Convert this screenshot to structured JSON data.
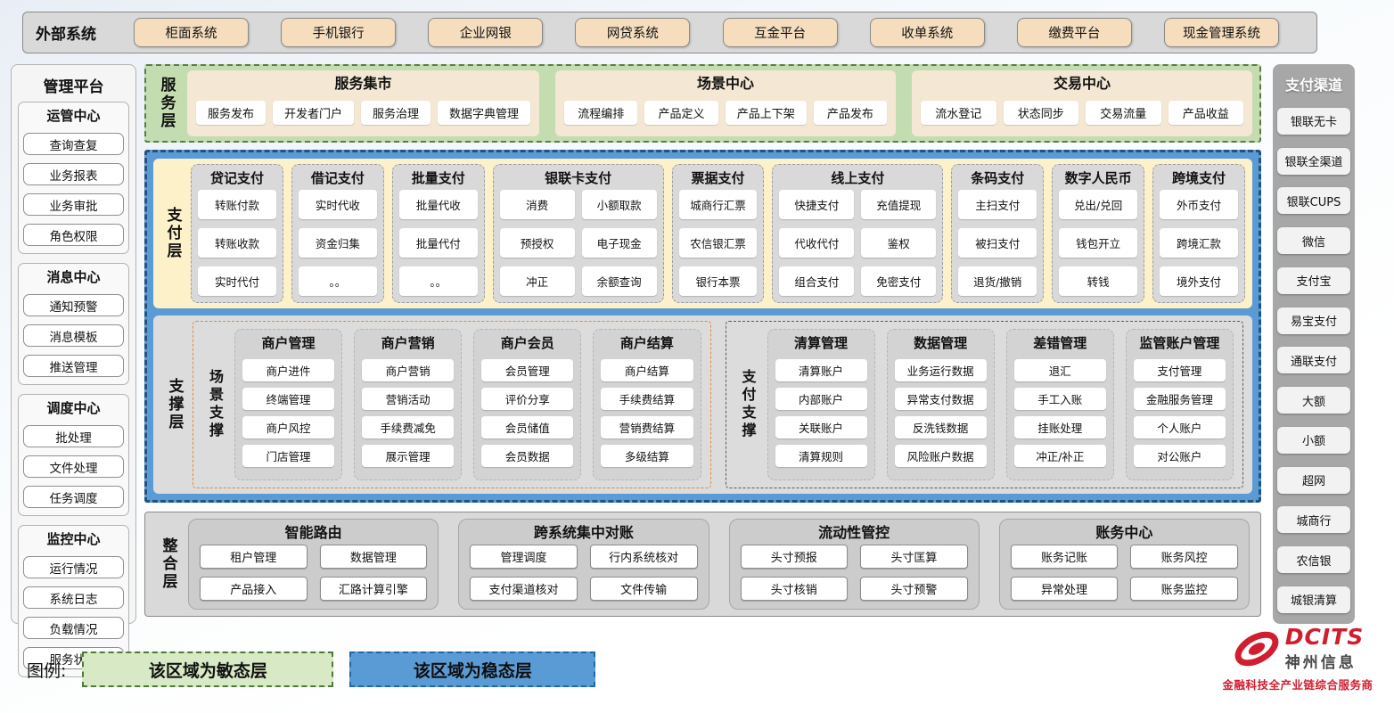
{
  "external_systems": {
    "label": "外部系统",
    "items": [
      "柜面系统",
      "手机银行",
      "企业网银",
      "网贷系统",
      "互金平台",
      "收单系统",
      "缴费平台",
      "现金管理系统"
    ]
  },
  "management_platform": {
    "title": "管理平台",
    "groups": [
      {
        "title": "运管中心",
        "items": [
          "查询查复",
          "业务报表",
          "业务审批",
          "角色权限"
        ]
      },
      {
        "title": "消息中心",
        "items": [
          "通知预警",
          "消息模板",
          "推送管理"
        ]
      },
      {
        "title": "调度中心",
        "items": [
          "批处理",
          "文件处理",
          "任务调度"
        ]
      },
      {
        "title": "监控中心",
        "items": [
          "运行情况",
          "系统日志",
          "负载情况",
          "服务状态"
        ]
      }
    ]
  },
  "service_layer": {
    "label": "服务层",
    "panels": [
      {
        "title": "服务集市",
        "items": [
          "服务发布",
          "开发者门户",
          "服务治理",
          "数据字典管理"
        ]
      },
      {
        "title": "场景中心",
        "items": [
          "流程编排",
          "产品定义",
          "产品上下架",
          "产品发布"
        ]
      },
      {
        "title": "交易中心",
        "items": [
          "流水登记",
          "状态同步",
          "交易流量",
          "产品收益"
        ]
      }
    ]
  },
  "payment_layer": {
    "label": "支付层",
    "columns": [
      {
        "title": "贷记支付",
        "cols": 1,
        "items": [
          "转账付款",
          "转账收款",
          "实时代付"
        ]
      },
      {
        "title": "借记支付",
        "cols": 1,
        "items": [
          "实时代收",
          "资金归集",
          "。。"
        ]
      },
      {
        "title": "批量支付",
        "cols": 1,
        "items": [
          "批量代收",
          "批量代付",
          "。。"
        ]
      },
      {
        "title": "银联卡支付",
        "cols": 2,
        "items": [
          "消费",
          "小额取款",
          "预授权",
          "电子现金",
          "冲正",
          "余额查询"
        ]
      },
      {
        "title": "票据支付",
        "cols": 1,
        "items": [
          "城商行汇票",
          "农信银汇票",
          "银行本票"
        ]
      },
      {
        "title": "线上支付",
        "cols": 2,
        "items": [
          "快捷支付",
          "充值提现",
          "代收代付",
          "鉴权",
          "组合支付",
          "免密支付"
        ]
      },
      {
        "title": "条码支付",
        "cols": 1,
        "items": [
          "主扫支付",
          "被扫支付",
          "退货/撤销"
        ]
      },
      {
        "title": "数字人民币",
        "cols": 1,
        "items": [
          "兑出/兑回",
          "钱包开立",
          "转钱"
        ]
      },
      {
        "title": "跨境支付",
        "cols": 1,
        "items": [
          "外币支付",
          "跨境汇款",
          "境外支付"
        ]
      }
    ]
  },
  "support_layer": {
    "label": "支撑层",
    "sections": [
      {
        "label": "场景支撑",
        "accent": "#e08a3c",
        "columns": [
          {
            "title": "商户管理",
            "items": [
              "商户进件",
              "终端管理",
              "商户风控",
              "门店管理"
            ]
          },
          {
            "title": "商户营销",
            "items": [
              "商户营销",
              "营销活动",
              "手续费减免",
              "展示管理"
            ]
          },
          {
            "title": "商户会员",
            "items": [
              "会员管理",
              "评价分享",
              "会员储值",
              "会员数据"
            ]
          },
          {
            "title": "商户结算",
            "items": [
              "商户结算",
              "手续费结算",
              "营销费结算",
              "多级结算"
            ]
          }
        ]
      },
      {
        "label": "支付支撑",
        "accent": "#5a5a5a",
        "columns": [
          {
            "title": "清算管理",
            "items": [
              "清算账户",
              "内部账户",
              "关联账户",
              "清算规则"
            ]
          },
          {
            "title": "数据管理",
            "items": [
              "业务运行数据",
              "异常支付数据",
              "反洗钱数据",
              "风险账户数据"
            ]
          },
          {
            "title": "差错管理",
            "items": [
              "退汇",
              "手工入账",
              "挂账处理",
              "冲正/补正"
            ]
          },
          {
            "title": "监管账户管理",
            "items": [
              "支付管理",
              "金融服务管理",
              "个人账户",
              "对公账户"
            ]
          }
        ]
      }
    ]
  },
  "integration_layer": {
    "label": "整合层",
    "panels": [
      {
        "title": "智能路由",
        "items": [
          "租户管理",
          "数据管理",
          "产品接入",
          "汇路计算引擎"
        ]
      },
      {
        "title": "跨系统集中对账",
        "items": [
          "管理调度",
          "行内系统核对",
          "支付渠道核对",
          "文件传输"
        ]
      },
      {
        "title": "流动性管控",
        "items": [
          "头寸预报",
          "头寸匡算",
          "头寸核销",
          "头寸预警"
        ]
      },
      {
        "title": "账务中心",
        "items": [
          "账务记账",
          "账务风控",
          "异常处理",
          "账务监控"
        ]
      }
    ]
  },
  "payment_channels": {
    "title": "支付渠道",
    "items": [
      "银联无卡",
      "银联全渠道",
      "银联CUPS",
      "微信",
      "支付宝",
      "易宝支付",
      "通联支付",
      "大额",
      "小额",
      "超网",
      "城商行",
      "农信银",
      "城银清算"
    ]
  },
  "legend": {
    "label": "图例:",
    "agile": "该区域为敏态层",
    "stable": "该区域为稳态层"
  },
  "logo": {
    "brand": "DCITS",
    "company": "神州信息",
    "tagline": "金融科技全产业链综合服务商"
  },
  "colors": {
    "agile_green": "#c3ddb0",
    "stable_blue": "#5b9bd5",
    "panel_yellow": "#fdf1ca",
    "panel_gray": "#d9d9d9",
    "button_tan": "#f5ddbe",
    "accent_orange": "#e08a3c",
    "brand_red": "#d01e2f"
  }
}
